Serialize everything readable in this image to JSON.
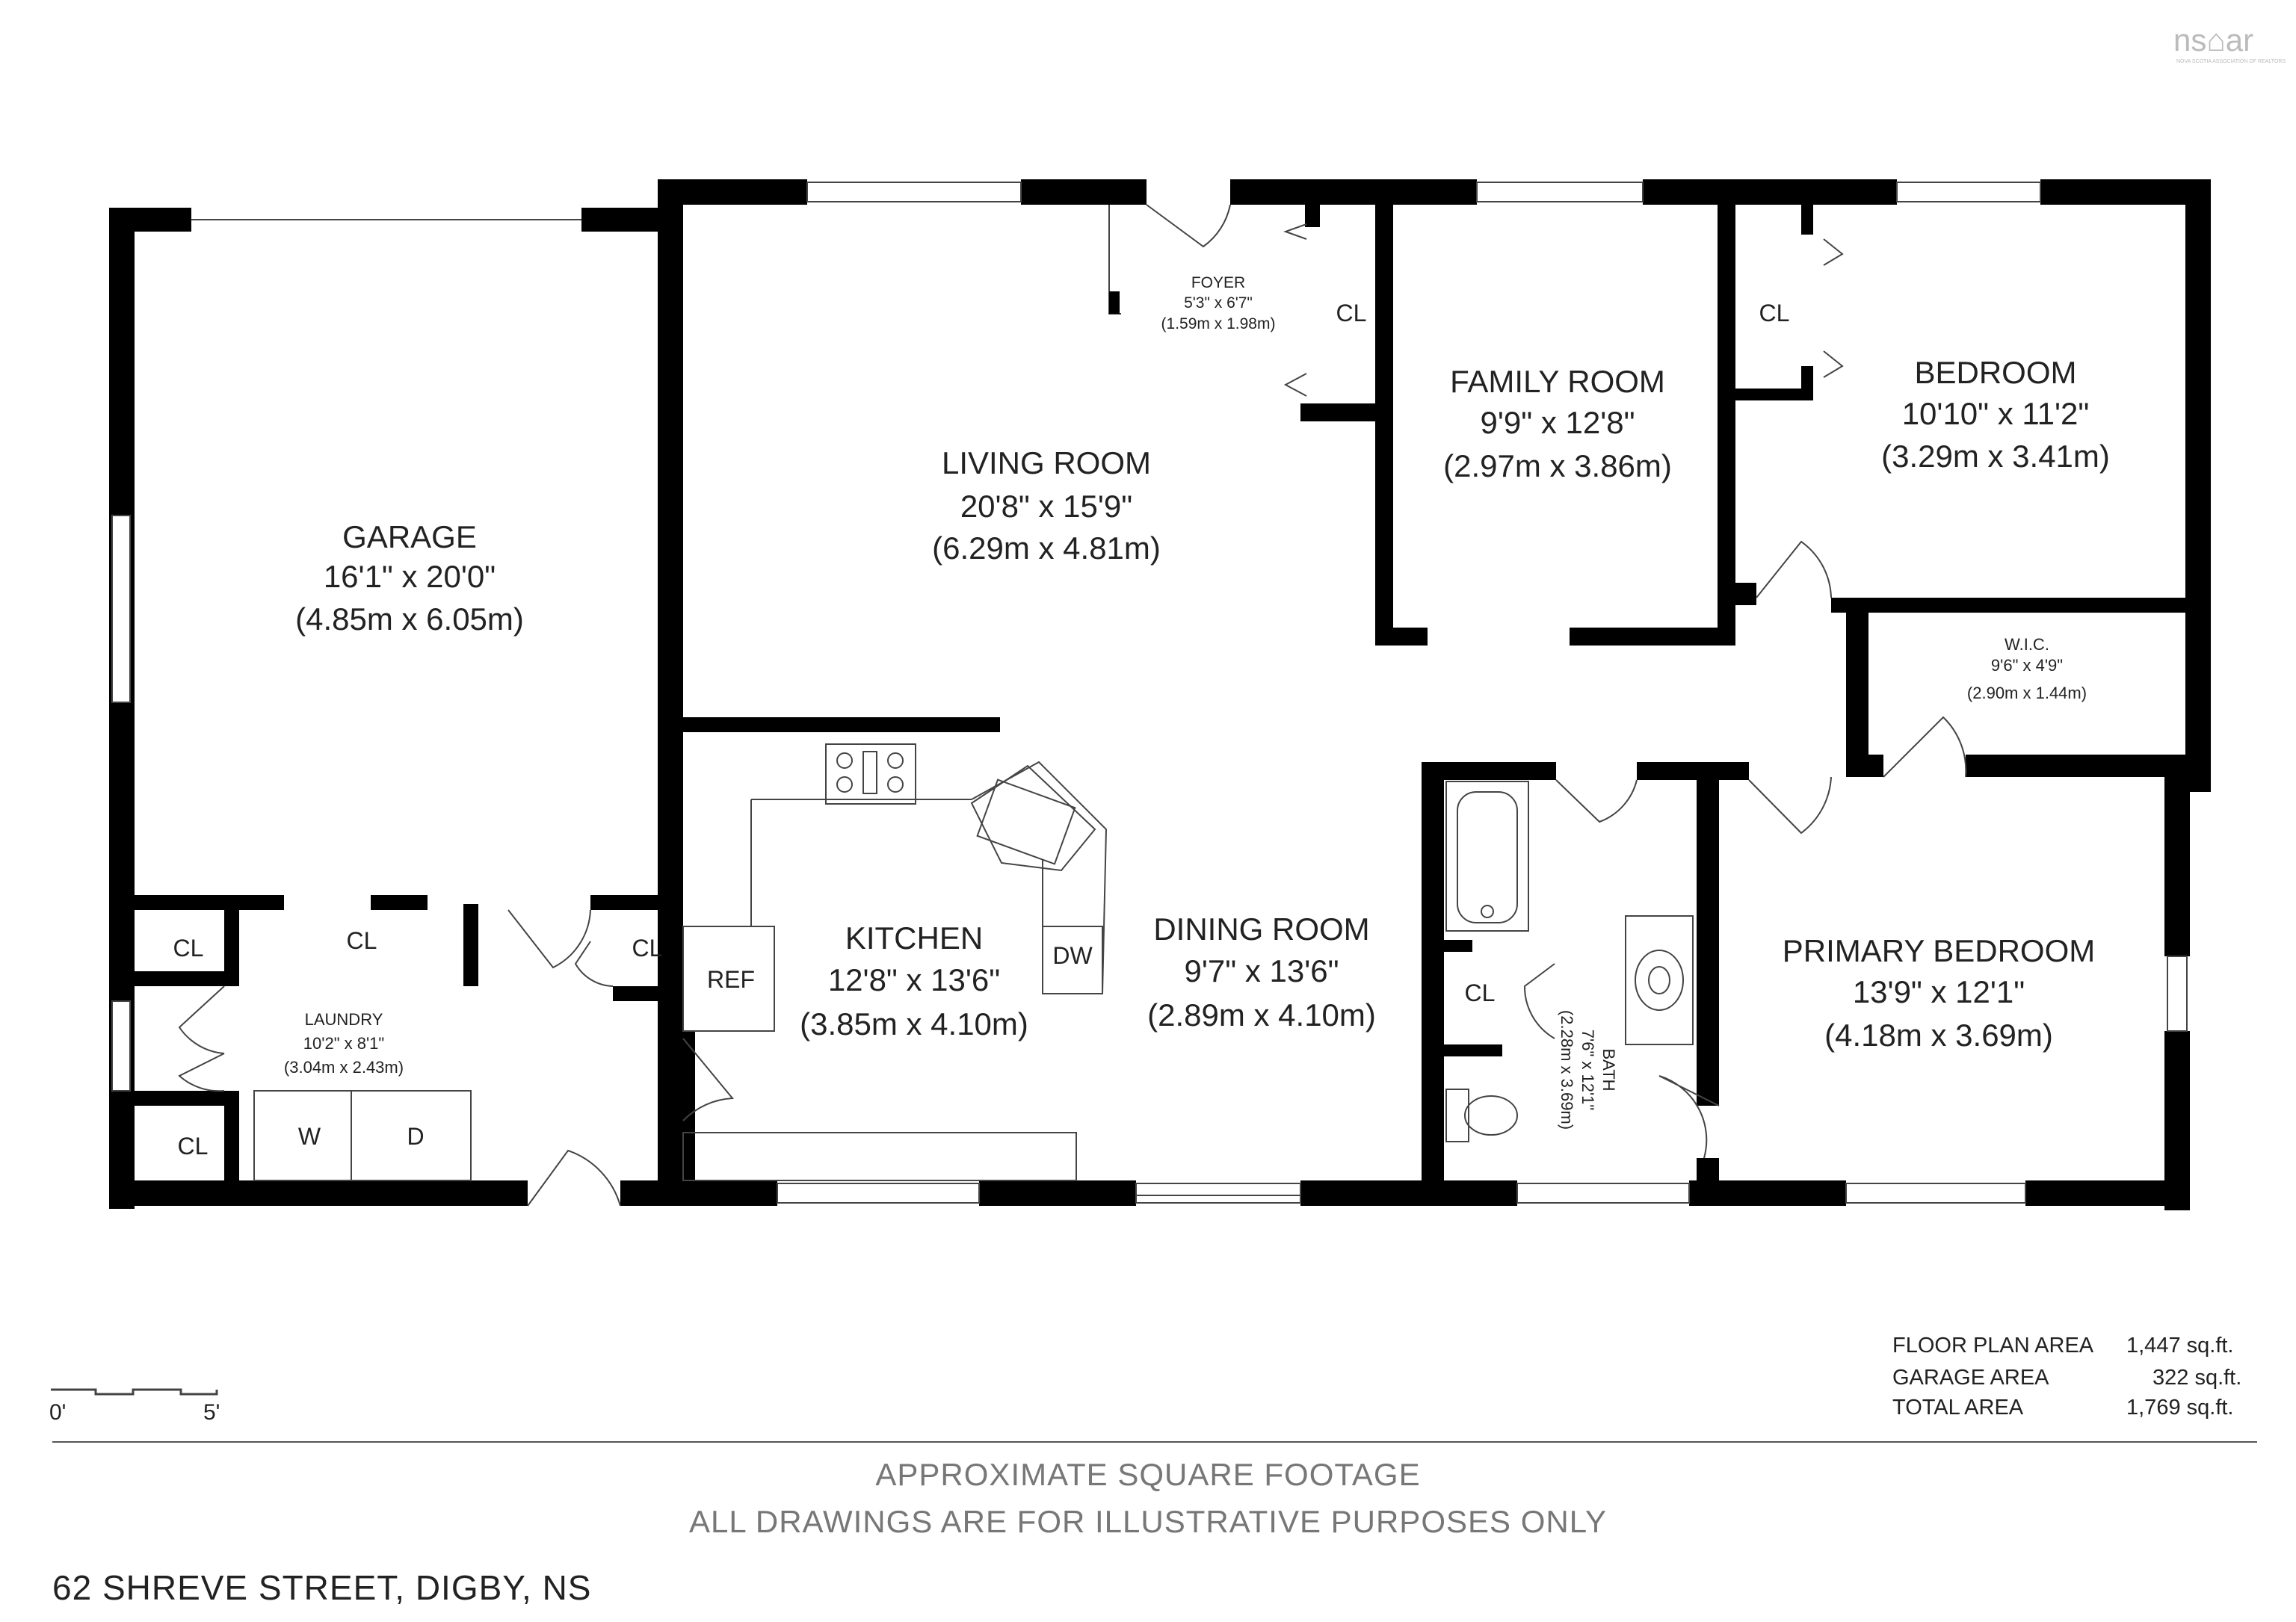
{
  "logo": {
    "text": "ns⌂ar",
    "tagline": "NOVA SCOTIA ASSOCIATION OF REALTORS"
  },
  "rooms": {
    "garage": {
      "name": "GARAGE",
      "dims": "16'1\" x 20'0\"",
      "metric": "(4.85m x 6.05m)"
    },
    "living": {
      "name": "LIVING ROOM",
      "dims": "20'8\" x 15'9\"",
      "metric": "(6.29m x 4.81m)"
    },
    "foyer": {
      "name": "FOYER",
      "dims": "5'3\" x 6'7\"",
      "metric": "(1.59m x 1.98m)"
    },
    "family": {
      "name": "FAMILY ROOM",
      "dims": "9'9\" x 12'8\"",
      "metric": "(2.97m x 3.86m)"
    },
    "bedroom": {
      "name": "BEDROOM",
      "dims": "10'10\" x 11'2\"",
      "metric": "(3.29m x 3.41m)"
    },
    "wic": {
      "name": "W.I.C.",
      "dims": "9'6\" x 4'9\"",
      "metric": "(2.90m x 1.44m)"
    },
    "kitchen": {
      "name": "KITCHEN",
      "dims": "12'8\" x 13'6\"",
      "metric": "(3.85m x 4.10m)"
    },
    "dining": {
      "name": "DINING ROOM",
      "dims": "9'7\" x 13'6\"",
      "metric": "(2.89m x 4.10m)"
    },
    "bath": {
      "name": "BATH",
      "dims": "7'6\" x 12'1\"",
      "metric": "(2.28m x 3.69m)"
    },
    "primary": {
      "name": "PRIMARY BEDROOM",
      "dims": "13'9\" x 12'1\"",
      "metric": "(4.18m x 3.69m)"
    },
    "laundry": {
      "name": "LAUNDRY",
      "dims": "10'2\" x 8'1\"",
      "metric": "(3.04m x 2.43m)"
    }
  },
  "fixtures": {
    "closet": "CL",
    "refrigerator": "REF",
    "dishwasher": "DW",
    "washer": "W",
    "dryer": "D"
  },
  "scale": {
    "start": "0'",
    "end": "5'"
  },
  "areas": [
    {
      "label": "FLOOR PLAN AREA",
      "value": "1,447 sq.ft."
    },
    {
      "label": "GARAGE AREA",
      "value": "322 sq.ft."
    },
    {
      "label": "TOTAL AREA",
      "value": "1,769 sq.ft."
    }
  ],
  "footer": {
    "line1": "APPROXIMATE SQUARE FOOTAGE",
    "line2": "ALL DRAWINGS ARE FOR ILLUSTRATIVE PURPOSES ONLY"
  },
  "address": "62 SHREVE STREET, DIGBY, NS"
}
